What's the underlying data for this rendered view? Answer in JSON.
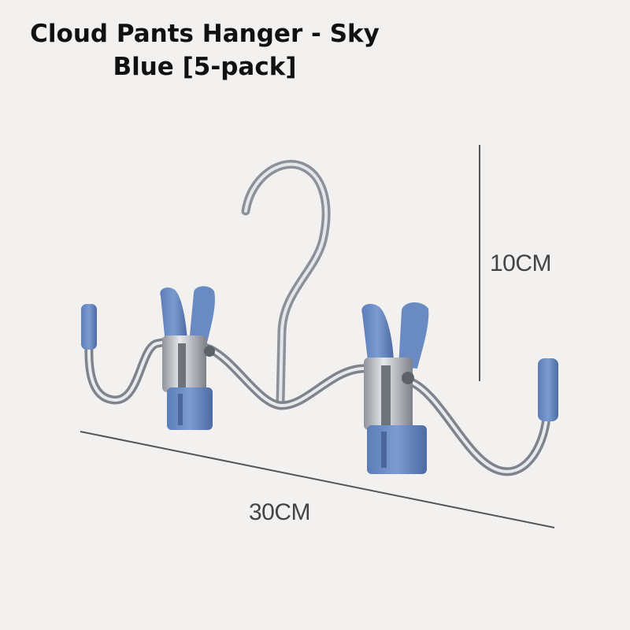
{
  "product": {
    "title_line1": "Cloud Pants Hanger - Sky",
    "title_line2": "Blue [5-pack]"
  },
  "dimensions": {
    "height_label": "10CM",
    "width_label": "30CM"
  },
  "colors": {
    "background": "#f2f1f0",
    "clip_blue": "#6f8fc4",
    "clip_blue_dark": "#4f6ea8",
    "metal": "#b9bcc2",
    "dimension_line": "#555555"
  }
}
